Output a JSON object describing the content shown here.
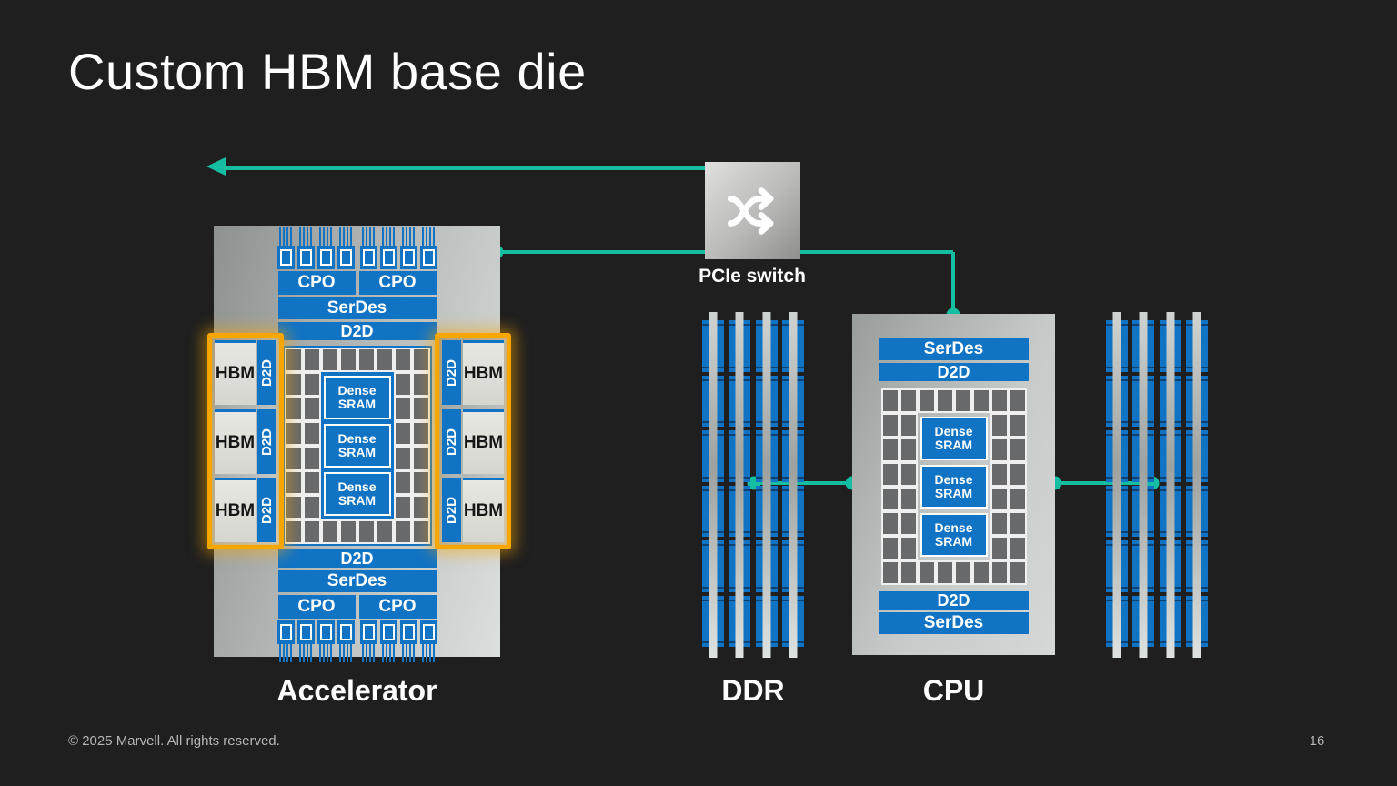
{
  "slide": {
    "title": "Custom HBM base die",
    "footer": "© 2025 Marvell. All rights reserved.",
    "page_number": "16"
  },
  "labels": {
    "accelerator": "Accelerator",
    "ddr": "DDR",
    "cpu": "CPU",
    "pcie_switch": "PCIe switch"
  },
  "blocks": {
    "cpo": "CPO",
    "serdes": "SerDes",
    "d2d": "D2D",
    "dense_sram": "Dense SRAM",
    "hbm": "HBM"
  },
  "structure": {
    "pins_per_group": 4,
    "bump_cols": 8,
    "bump_side_cells": 12,
    "sram_blocks": 3,
    "hbm_stacks": 3,
    "dimms_per_group": 4,
    "dimm_segments": 6
  },
  "colors": {
    "background": "#1F1F1F",
    "blue": "#1173C4",
    "teal": "#15BDA1",
    "orange": "#F7A600",
    "bump": "#67696A",
    "package_dark": "#8D918F",
    "package_light": "#DBDFDE",
    "hbm_chip": "#E6E8E1",
    "footer_text": "#B5B5B5"
  }
}
